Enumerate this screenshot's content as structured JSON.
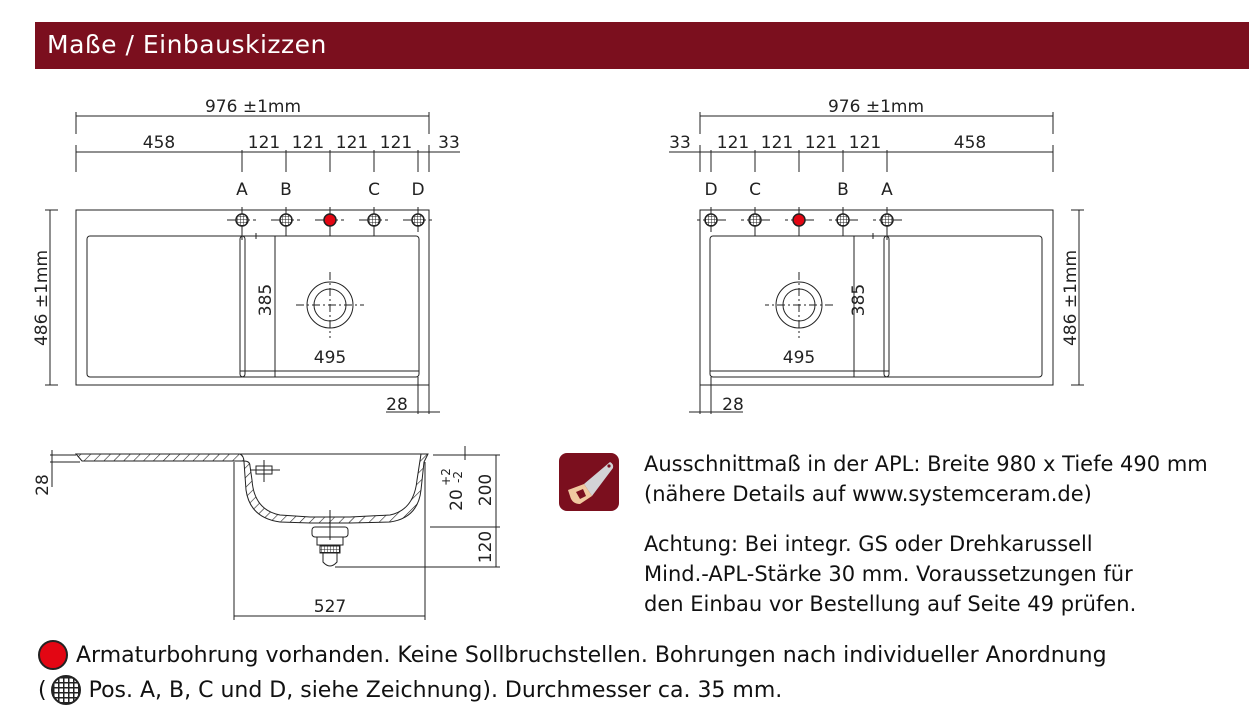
{
  "header": {
    "title": "Maße / Einbauskizzen"
  },
  "colors": {
    "brand": "#7b0f1e",
    "tap_hole": "#e30613"
  },
  "plan_left": {
    "total_width": "976 ±1mm",
    "segments": [
      "458",
      "121",
      "121",
      "121",
      "121",
      "33"
    ],
    "positions": [
      "A",
      "B",
      "C",
      "D"
    ],
    "depth": "486 ±1mm",
    "bowl_depth": "385",
    "bowl_width": "495",
    "edge": "28"
  },
  "plan_right": {
    "total_width": "976 ±1mm",
    "segments": [
      "33",
      "121",
      "121",
      "121",
      "121",
      "458"
    ],
    "positions": [
      "D",
      "C",
      "B",
      "A"
    ],
    "depth": "486 ±1mm",
    "bowl_depth": "385",
    "bowl_width": "495",
    "edge": "28"
  },
  "section": {
    "rim": "28",
    "overflow": "20",
    "tol_plus": "+2",
    "tol_minus": "-2",
    "bowl_height": "200",
    "drain_height": "120",
    "bowl_length": "527"
  },
  "info": {
    "icon": "saw-icon",
    "cutout_line1": "Ausschnittmaß in der APL: Breite 980 x Tiefe 490 mm",
    "cutout_line2": "(nähere Details auf www.systemceram.de)",
    "note_line1": "Achtung: Bei integr. GS oder Drehkarussell",
    "note_line2": "Mind.-APL-Stärke 30 mm. Voraussetzungen für",
    "note_line3": "den Einbau vor Bestellung auf Seite 49 prüfen."
  },
  "legend": {
    "line1": "Armaturbohrung vorhanden. Keine Sollbruchstellen. Bohrungen nach individueller Anordnung",
    "line2_open": "(",
    "line2": "Pos. A, B, C und D, siehe Zeichnung). Durchmesser ca. 35 mm."
  }
}
